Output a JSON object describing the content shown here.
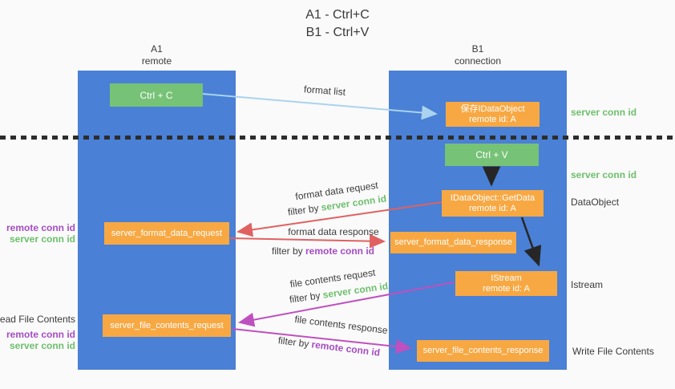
{
  "title": {
    "line1": "A1 - Ctrl+C",
    "line2": "B1 - Ctrl+V"
  },
  "lifelines": {
    "left": {
      "name": "A1",
      "role": "remote"
    },
    "right": {
      "name": "B1",
      "role": "connection"
    }
  },
  "nodes": {
    "ctrl_c": "Ctrl + C",
    "ctrl_v": "Ctrl + V",
    "save_dataobject": {
      "line1": "保存IDataObject",
      "line2": "remote id: A"
    },
    "getdata": {
      "line1": "IDataObject::GetData",
      "line2": "remote id: A"
    },
    "istream": {
      "line1": "IStream",
      "line2": "remote id: A"
    },
    "server_format_data_request": "server_format_data_request",
    "server_format_data_response": "server_format_data_response",
    "server_file_contents_request": "server_file_contents_request",
    "server_file_contents_response": "server_file_contents_response"
  },
  "arrow_labels": {
    "format_list": "format list",
    "format_data_request": "format data request",
    "format_data_request_filter": {
      "prefix": "filter by ",
      "highlight": "server conn id"
    },
    "format_data_response": "format data response",
    "format_data_response_filter": {
      "prefix": "filter by ",
      "highlight": "remote conn id"
    },
    "file_contents_request": "file contents request",
    "file_contents_request_filter": {
      "prefix": "filter by ",
      "highlight": "server conn id"
    },
    "file_contents_response": "file contents response",
    "file_contents_response_filter": {
      "prefix": "filter by ",
      "highlight": "remote conn id"
    }
  },
  "side_labels": {
    "server_conn_id_top": "server conn id",
    "server_conn_id_mid": "server conn id",
    "dataobject": "DataObject",
    "istream": "Istream",
    "write_file_contents": "Write File Contents",
    "read_file_contents": "Read File Contents",
    "left_mid": {
      "line1": "remote conn id",
      "line2": "server conn id"
    },
    "left_bottom": {
      "line1": "remote conn id",
      "line2": "server conn id"
    }
  },
  "colors": {
    "background": "#fafafa",
    "column_blue": "#4a80d5",
    "box_green": "#76c276",
    "box_orange": "#f8a843",
    "text_green": "#6dbf6d",
    "text_purple": "#a64cc3",
    "arrow_red": "#e06161",
    "arrow_magenta": "#bf50bf",
    "arrow_lightblue": "#a9d3ee",
    "arrow_black": "#262626",
    "dotted_line": "#2d2d2d",
    "label_text": "#3d3d3d"
  }
}
